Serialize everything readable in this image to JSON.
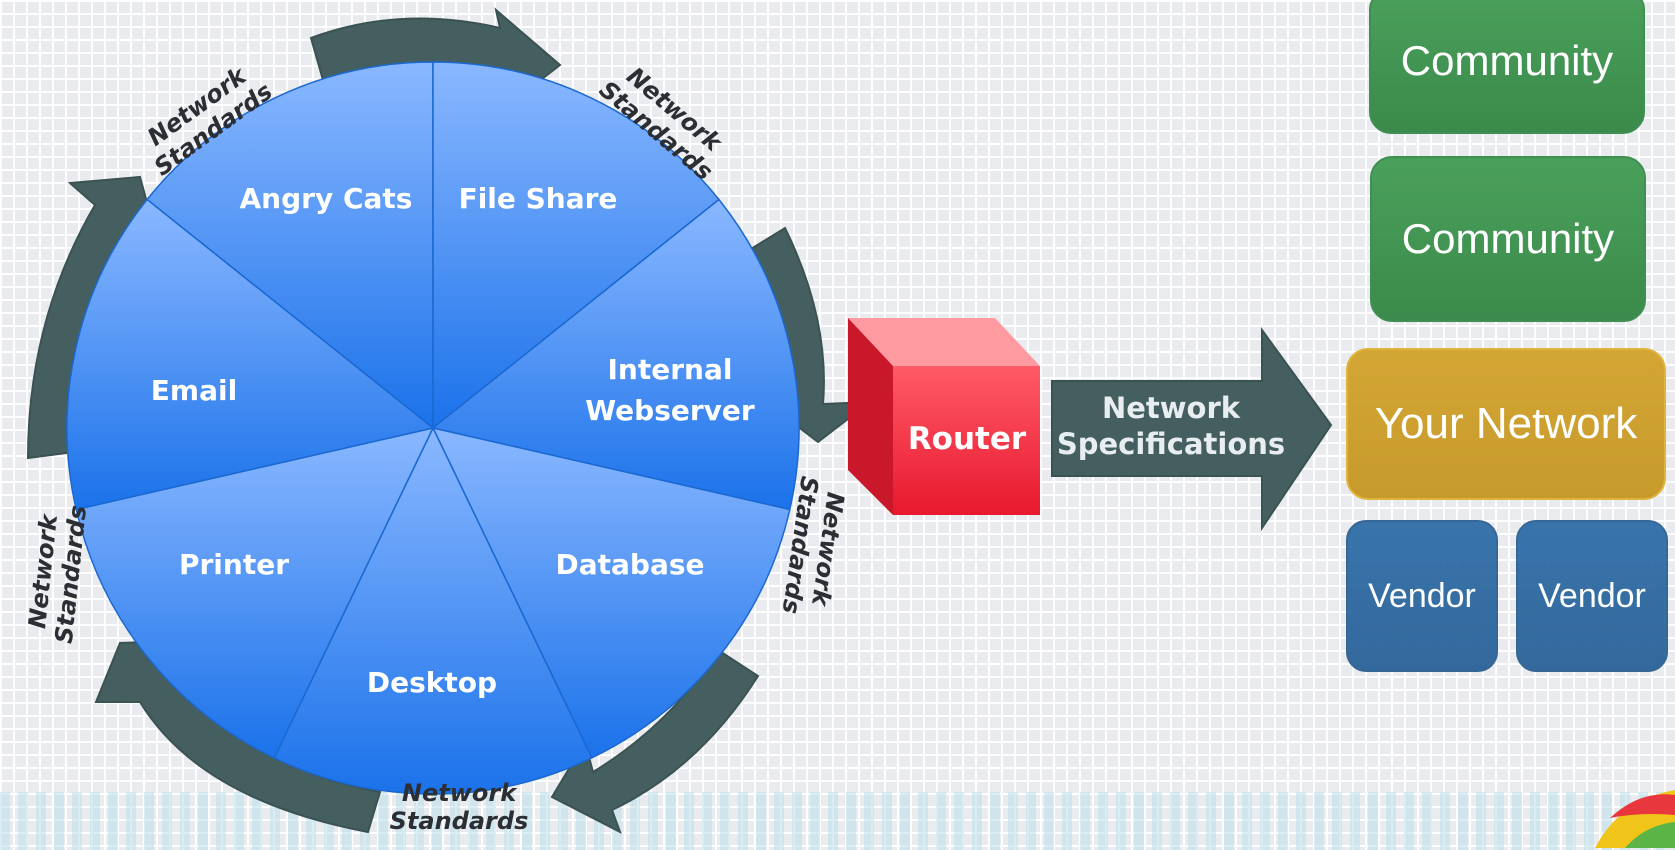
{
  "wheel": {
    "segments": [
      "Angry Cats",
      "File Share",
      "Internal Webserver",
      "Database",
      "Desktop",
      "Printer",
      "Email"
    ],
    "internal_webserver_lines": [
      "Internal",
      "Webserver"
    ]
  },
  "standards": {
    "line1": "Network",
    "line2": "Standards"
  },
  "router": {
    "label": "Router"
  },
  "arrow": {
    "line1": "Network",
    "line2": "Specifications"
  },
  "boxes": {
    "community_1": "Community",
    "community_2": "Community",
    "your_network": "Your Network",
    "vendor_1": "Vendor",
    "vendor_2": "Vendor"
  },
  "colors": {
    "wheel_top": "#8ab8ff",
    "wheel_bottom": "#1b72ea",
    "arrow": "#455f60",
    "router": "#f0243a",
    "community": "#43985a",
    "your_network": "#cfa232",
    "vendor": "#2d6aa3"
  }
}
